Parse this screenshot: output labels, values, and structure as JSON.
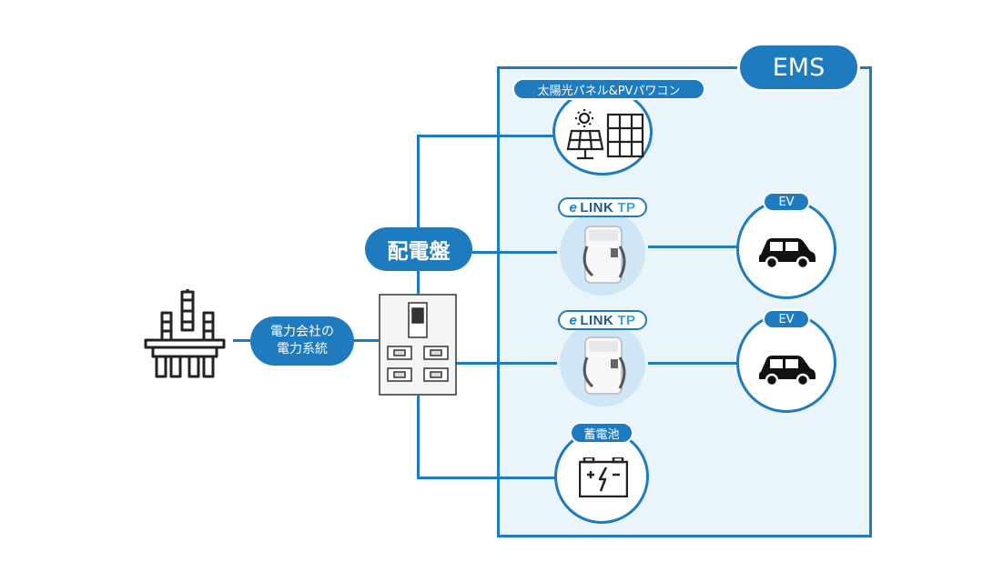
{
  "ems": {
    "label": "EMS"
  },
  "grid": {
    "label_line1": "電力会社の",
    "label_line2": "電力系統",
    "icon": "power-plant-icon"
  },
  "distribution_board": {
    "label": "配電盤",
    "icon": "breaker-panel-icon"
  },
  "solar": {
    "label": "太陽光パネル&PVパワコン",
    "icon": "solar-panel-icon"
  },
  "chargers": [
    {
      "brand_prefix": "e",
      "brand_main": "LINK",
      "brand_suffix": "TP",
      "icon": "ev-charger-icon"
    },
    {
      "brand_prefix": "e",
      "brand_main": "LINK",
      "brand_suffix": "TP",
      "icon": "ev-charger-icon"
    }
  ],
  "ev": [
    {
      "label": "EV",
      "icon": "car-icon"
    },
    {
      "label": "EV",
      "icon": "car-icon"
    }
  ],
  "battery": {
    "label": "蓄電池",
    "icon": "battery-icon"
  },
  "colors": {
    "accent": "#1f7bc0",
    "ems_background": "#eaf4fb",
    "icon_stroke": "#222222"
  }
}
